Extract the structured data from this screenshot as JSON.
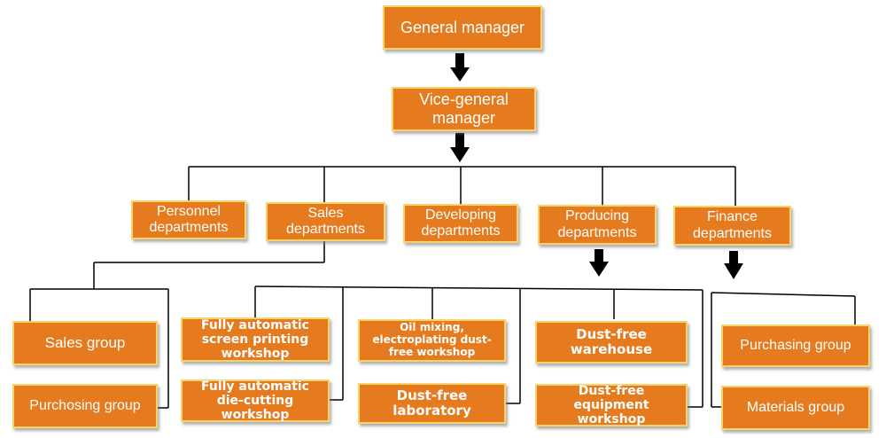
{
  "nodes": {
    "general_manager": "General manager",
    "vice_general_manager": "Vice-general manager",
    "personnel": "Personnel departments",
    "sales": "Sales departments",
    "developing": "Developing departments",
    "producing": "Producing departments",
    "finance": "Finance departments",
    "sales_group": "Sales group",
    "purchosing_group": "Purchosing group",
    "screen_printing": "Fully automatic screen printing workshop",
    "die_cutting": "Fully automatic die-cutting workshop",
    "oil_mixing": "Oil mixing, electroplating dust-free workshop",
    "laboratory": "Dust-free laboratory",
    "warehouse": "Dust-free warehouse",
    "equipment_workshop": "Dust-free equipment workshop",
    "purchasing_group": "Purchasing group",
    "materials_group": "Materials group"
  },
  "colors": {
    "box_fill": "#e67a1e",
    "box_border": "#f7d36a",
    "text": "#ffffff",
    "connector": "#000000"
  }
}
